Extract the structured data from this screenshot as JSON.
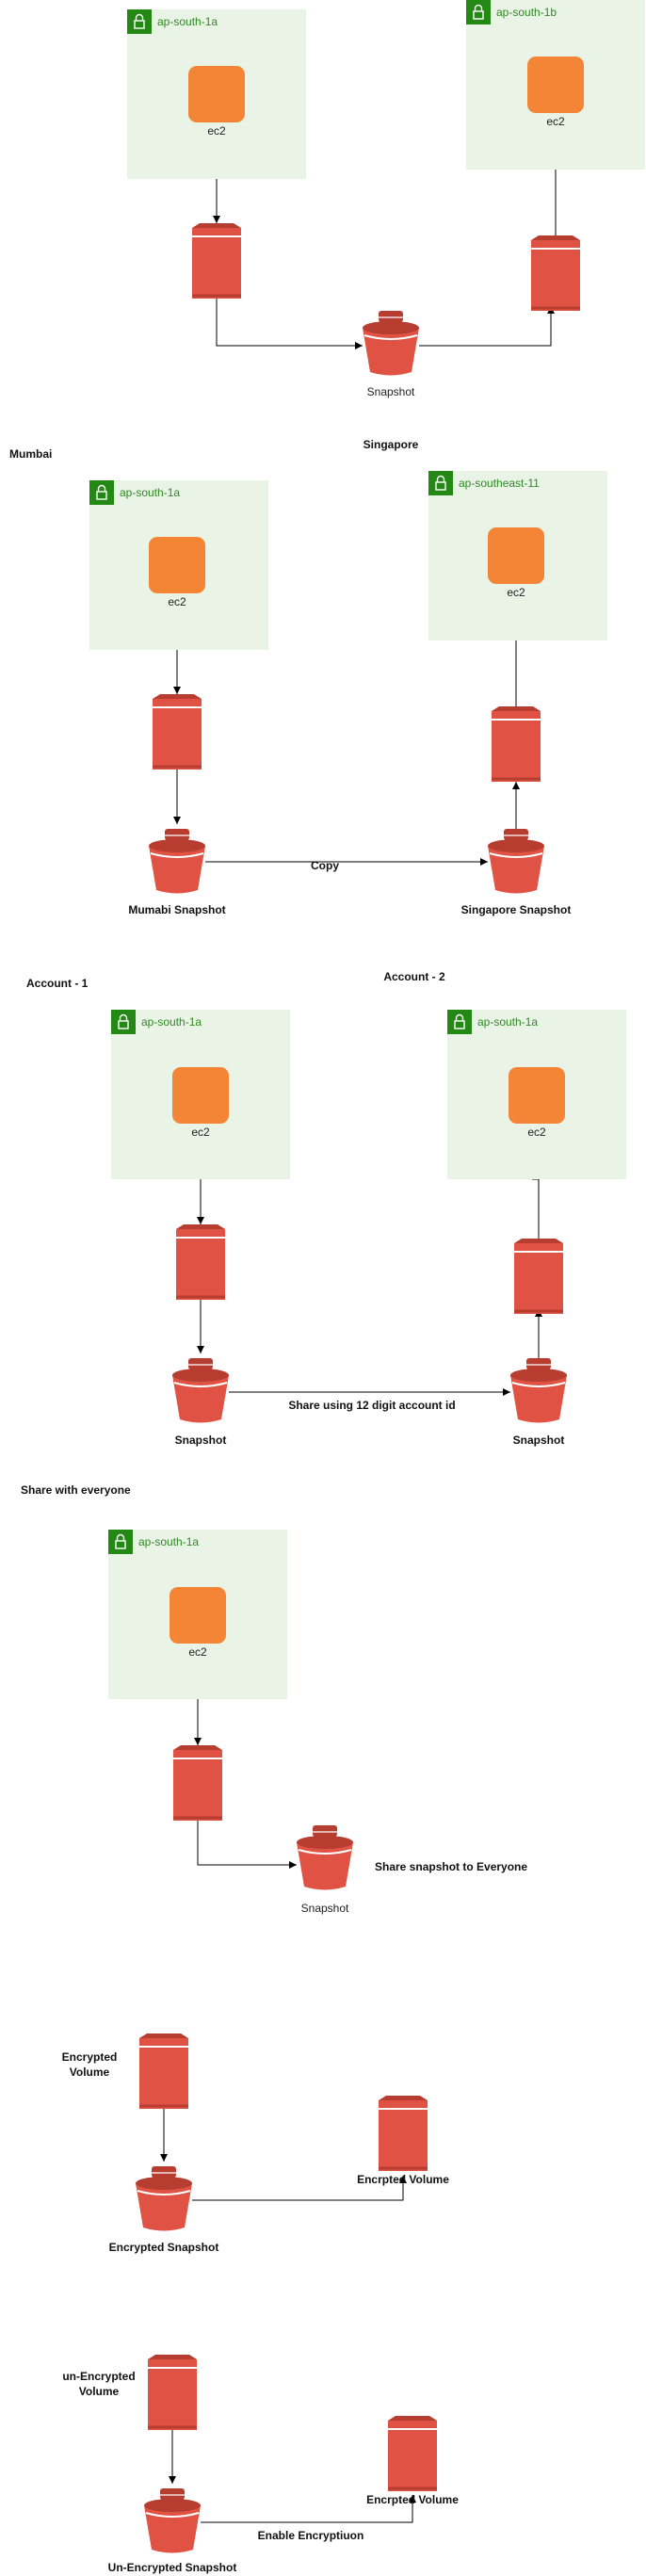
{
  "colors": {
    "zone_fill": "#e9f3e6",
    "zone_icon": "#248814",
    "ec2": "#f58536",
    "storage": "#e05243",
    "storage_dark": "#b73d31",
    "edge": "#000000"
  },
  "zone_icon_name": "lock-icon",
  "ec2_icon_name": "ec2-instance-icon",
  "volume_icon_name": "ebs-volume-icon",
  "snapshot_icon_name": "s3-bucket-snapshot-icon",
  "sections": [
    {
      "id": "s1",
      "headings": [],
      "zones": [
        "ap-south-1a",
        "ap-south-1b"
      ],
      "ec2_labels": [
        "ec2",
        "ec2"
      ],
      "snapshot_labels": [
        "Snapshot"
      ],
      "edge_labels": [],
      "side_labels": []
    },
    {
      "id": "s2",
      "headings": [
        "Mumbai",
        "Singapore"
      ],
      "zones": [
        "ap-south-1a",
        "ap-southeast-11"
      ],
      "ec2_labels": [
        "ec2",
        "ec2"
      ],
      "snapshot_labels": [
        "Mumabi Snapshot",
        "Singapore Snapshot"
      ],
      "edge_labels": [
        "Copy"
      ],
      "side_labels": []
    },
    {
      "id": "s3",
      "headings": [
        "Account - 1",
        "Account - 2"
      ],
      "zones": [
        "ap-south-1a",
        "ap-south-1a"
      ],
      "ec2_labels": [
        "ec2",
        "ec2"
      ],
      "snapshot_labels": [
        "Snapshot",
        "Snapshot"
      ],
      "edge_labels": [
        "Share using 12 digit account id"
      ],
      "side_labels": []
    },
    {
      "id": "s4",
      "headings": [
        "Share with everyone"
      ],
      "zones": [
        "ap-south-1a"
      ],
      "ec2_labels": [
        "ec2"
      ],
      "snapshot_labels": [
        "Snapshot"
      ],
      "edge_labels": [],
      "side_labels": [
        "Share snapshot to Everyone"
      ]
    },
    {
      "id": "s5",
      "headings": [],
      "zones": [],
      "ec2_labels": [],
      "snapshot_labels": [
        "Encrypted Snapshot"
      ],
      "edge_labels": [],
      "side_labels": [
        "Encrypted",
        "Volume",
        "Encrpted Volume"
      ]
    },
    {
      "id": "s6",
      "headings": [],
      "zones": [],
      "ec2_labels": [],
      "snapshot_labels": [
        "Un-Encrypted Snapshot"
      ],
      "edge_labels": [
        "Enable Encryptiuon"
      ],
      "side_labels": [
        "un-Encrypted",
        "Volume",
        "Encrpted Volume"
      ]
    }
  ]
}
